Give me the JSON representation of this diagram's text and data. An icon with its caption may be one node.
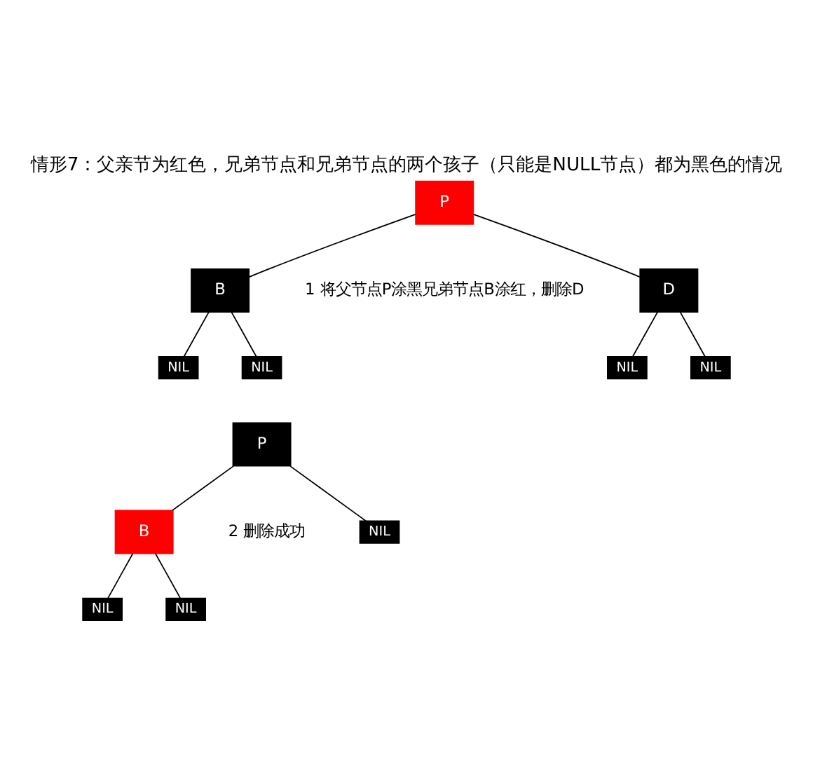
{
  "diagram": {
    "title": "情形7：父亲节为红色，兄弟节点和兄弟节点的两个孩子（只能是NULL节点）都为黑色的情况",
    "nodes": [
      {
        "text": [
          "P"
        ]
      },
      {
        "text": [
          "B"
        ]
      },
      {
        "text": [
          "D"
        ]
      },
      {
        "text": [
          "NIL"
        ]
      },
      {
        "text": [
          "NIL"
        ]
      },
      {
        "text": [
          "NIL"
        ]
      },
      {
        "text": [
          "NIL"
        ]
      },
      {
        "text": [
          "P"
        ]
      },
      {
        "text": [
          "B"
        ]
      },
      {
        "text": [
          "NIL"
        ]
      },
      {
        "text": [
          "NIL"
        ]
      },
      {
        "text": [
          "NIL"
        ]
      }
    ],
    "edges": [
      {
        "from": 0,
        "to": 1,
        "arrow": "none"
      },
      {
        "from": 0,
        "to": 2,
        "arrow": "none"
      },
      {
        "from": 1,
        "to": 3,
        "arrow": "none"
      },
      {
        "from": 1,
        "to": 4,
        "arrow": "none"
      },
      {
        "from": 2,
        "to": 5,
        "arrow": "none"
      },
      {
        "from": 2,
        "to": 6,
        "arrow": "none"
      },
      {
        "from": 7,
        "to": 8,
        "arrow": "none"
      },
      {
        "from": 7,
        "to": 9,
        "arrow": "none"
      },
      {
        "from": 8,
        "to": 10,
        "arrow": "none"
      },
      {
        "from": 8,
        "to": 11,
        "arrow": "none"
      }
    ],
    "labels": [
      "1 将父节点P涂黑兄弟节点B涂红，删除D",
      "2 删除成功"
    ]
  }
}
